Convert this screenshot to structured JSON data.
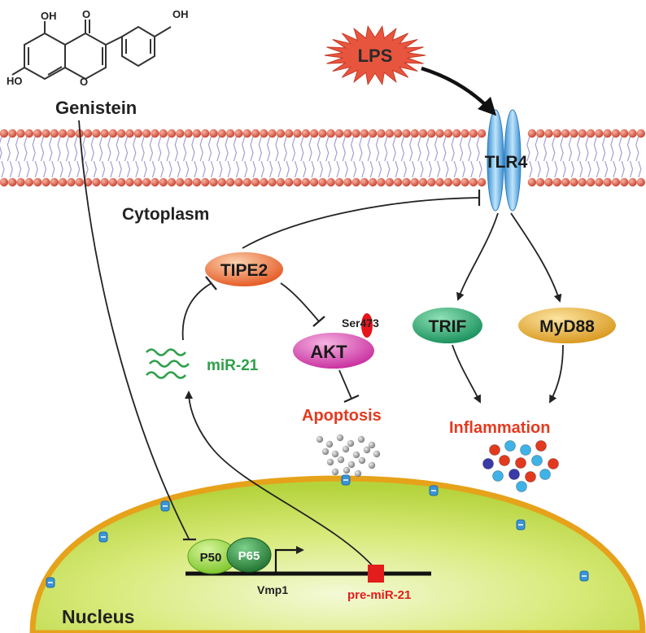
{
  "compound": {
    "name": "Genistein",
    "oh_top": "OH",
    "ketone": "O",
    "ring_oxygen": "O",
    "oh_right": "OH",
    "oh_left": "HO"
  },
  "stimulus": {
    "label": "LPS"
  },
  "receptor": {
    "label": "TLR4"
  },
  "regions": {
    "cytoplasm": "Cytoplasm",
    "nucleus": "Nucleus"
  },
  "nodes": {
    "tipe2": "TIPE2",
    "akt": "AKT",
    "ser473": "Ser473",
    "trif": "TRIF",
    "myd88": "MyD88",
    "mir21": "miR-21",
    "p50": "P50",
    "p65": "P65",
    "vmp1": "Vmp1",
    "pre_mir21": "pre-miR-21"
  },
  "outcomes": {
    "apoptosis": "Apoptosis",
    "inflammation": "Inflammation"
  },
  "colors": {
    "membrane_head": "#d9553f",
    "membrane_tail": "#a79bd0",
    "tlr4": "#6ab5e6",
    "tipe2": "#e8622a",
    "akt": "#d23aa8",
    "ser473": "#e8141c",
    "trif": "#21a26a",
    "myd88": "#e2a426",
    "mir21": "#2fa04a",
    "outcome_text": "#e33a1f",
    "nucleus_fill": "#c4df52",
    "nucleus_border": "#e6a21a",
    "p50": "#8fd13a",
    "p65": "#2e8a3c",
    "pre_mir21": "#e31c1c"
  }
}
